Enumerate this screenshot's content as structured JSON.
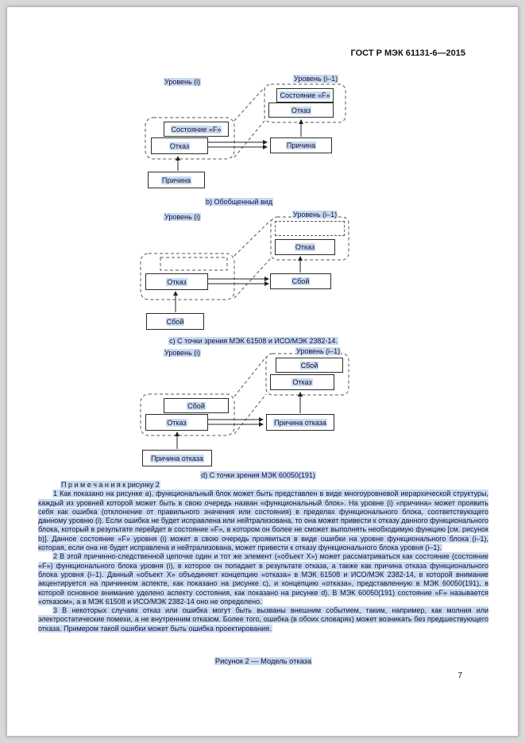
{
  "colors": {
    "highlight": "#cadbf0",
    "page_background": "#ffffff"
  },
  "header": {
    "title": "ГОСТ Р МЭК 61131-6—2015"
  },
  "diagrams": {
    "b": {
      "level_left": "Уровень (i)",
      "level_right": "Уровень (i–1)",
      "right_top": "Состояние «F»",
      "right_mid": "Отказ",
      "left_top": "Состояние «F»",
      "left_mid": "Отказ",
      "right_low": "Причина",
      "bottom": "Причина",
      "caption": "b) Обобщенный вид"
    },
    "c": {
      "level_left": "Уровень (i)",
      "level_right": "Уровень (i–1)",
      "right_mid": "Отказ",
      "left_mid": "Отказ",
      "right_low": "Сбой",
      "bottom": "Сбой",
      "caption": "с) С точки зрения МЭК 61508 и ИСО/МЭК 2382-14."
    },
    "d": {
      "level_left": "Уровень (i)",
      "level_right": "Уровень (i–1)",
      "right_top": "Сбой",
      "right_mid": "Отказ",
      "left_top": "Сбой",
      "left_mid": "Отказ",
      "right_low": "Причина отказа",
      "bottom": "Причина отказа",
      "caption": "d) С точки зрения МЭК 60050(191)"
    }
  },
  "notes": {
    "heading": "П р и м е ч а н и я  к рисунку 2",
    "items": [
      "1 Как показано на рисунке а), функциональный блок может быть представлен в виде многоуровневой иерархической структуры, каждый из уровней которой может быть в свою очередь назван «функциональный блок». На уровне (i) «причина» может проявить себя как ошибка (отклонение от правильного значения или состояния) в пределах функционального блока, соответствующего данному уровню (i). Если ошибка не будет исправлена или нейтрализована, то она может привести к отказу данного функционального блока, который в результате перейдет в состояние «F», в котором он более не сможет выполнять необходимую функцию [см. рисунок b)]. Данное состояние «F» уровня (i) может в свою очередь проявиться в виде ошибки на уровне функционального блока (i–1), которая, если она не будет исправлена и нейтрализована, может привести к отказу функционального блока уровня (i–1).",
      "2 В этой причинно-следственной цепочке один и тот же элемент («объект Х») может рассматриваться как состояние (состояние «F») функционального блока уровня (i), в которое он попадает в результате отказа, а также как причина отказа функционального блока уровня (i–1). Данный «объект Х» объединяет концепцию «отказа» в МЭК 61508 и ИСО/МЭК 2382-14, в которой внимание акцентируется на причинном аспекте, как показано на рисунке c), и концепцию «отказа», представленную в МЭК 60050(191), в которой основное внимание уделено аспекту состояния, как показано на рисунке d). В МЭК 60050(191) состояние «F» называется «отказом», а в МЭК 61508 и ИСО/МЭК 2382-14 оно не определено.",
      "3 В некоторых случаях отказ или ошибка могут быть вызваны внешним событием, таким, например, как молния или электростатические помехи, а не внутренним отказом. Более того, ошибка (в обоих словарях) может возникать без предшествующего отказа. Примером такой ошибки может быть ошибка проектирования."
    ]
  },
  "figure_caption": "Рисунок 2 — Модель отказа",
  "page_number": "7"
}
